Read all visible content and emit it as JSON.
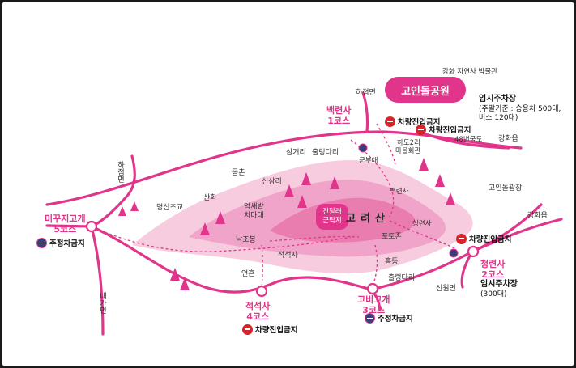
{
  "park": {
    "name": "고인돌공원",
    "museum": "강화 자연사 박물관"
  },
  "mountain": {
    "name": "고려산",
    "festival_line1": "진달래",
    "festival_line2": "군락지"
  },
  "courses": [
    {
      "name": "백련사",
      "num": "1코스"
    },
    {
      "name": "청련사",
      "num": "2코스"
    },
    {
      "name": "고비고개",
      "num": "3코스"
    },
    {
      "name": "적석사",
      "num": "4코스"
    },
    {
      "name": "미꾸지고개",
      "num": "5코스"
    }
  ],
  "signs": {
    "no_entry": "차량진입금지",
    "no_parking": "주정차금지"
  },
  "parking": {
    "park_title": "임시주차장",
    "park_detail1": "(주말기준 : 승용차 500대,",
    "park_detail2": "버스 120대)",
    "cheongryeon_title": "임시주차장",
    "cheongryeon_detail": "(300대)"
  },
  "places": {
    "hajeom": "하점면",
    "hajeom_v": "하점면",
    "naega_v": "내가면",
    "ganghwa1": "강화읍",
    "ganghwa2": "강화읍",
    "route48": "48번국도",
    "hado": "하도2리",
    "hado2": "마을회관",
    "samgeori": "삼거리",
    "chulleong": "출렁다리",
    "gunbu": "군부대",
    "dongchon": "동촌",
    "sinsamni": "신삼리",
    "sanhwa": "산화",
    "myeongsin": "명신초교",
    "eokse1": "억새밭",
    "eokse2": "치마대",
    "nakjo": "낙조봉",
    "jeokseoksa": "적석사",
    "yeonheun": "연흔",
    "baekryeonsa": "백련사",
    "cheongryeonsa": "청련사",
    "potojeon": "포토존",
    "heungdong": "흥동",
    "chulleong2": "출렁다리",
    "seonwon": "선원면",
    "goindolgwang": "고인돌광장"
  }
}
